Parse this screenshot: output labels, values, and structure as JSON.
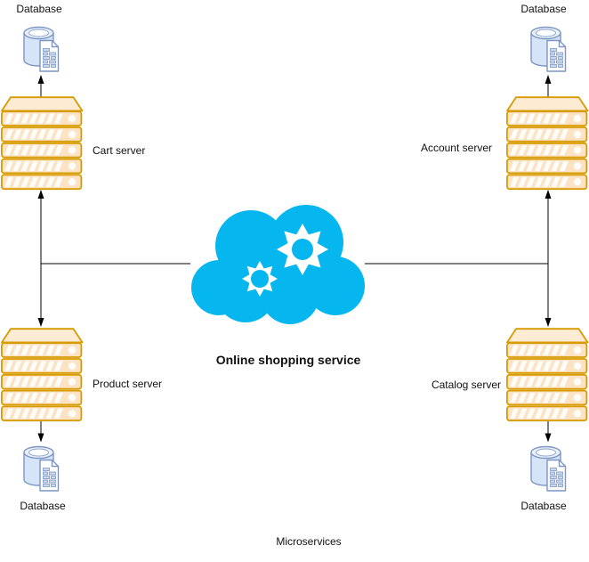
{
  "diagram": {
    "caption": "Microservices",
    "cloud": {
      "label": "Online shopping service",
      "icon": "cloud-gears-icon"
    },
    "servers": {
      "cart": "Cart server",
      "account": "Account server",
      "product": "Product server",
      "catalog": "Catalog server"
    },
    "databases": {
      "top_left": "Database",
      "top_right": "Database",
      "bottom_left": "Database",
      "bottom_right": "Database"
    },
    "icons": {
      "server": "server-rack-icon",
      "database": "database-cylinder-icon",
      "cloud": "cloud-gears-icon"
    },
    "colors": {
      "server_fill": "#FBE3C4",
      "server_stroke": "#D79B00",
      "database_fill": "#D6E4F7",
      "database_stroke": "#7C96C4",
      "cloud_fill": "#06B7EF",
      "connector": "#000000",
      "label_text": "#111111",
      "background": "#FFFFFF"
    }
  }
}
